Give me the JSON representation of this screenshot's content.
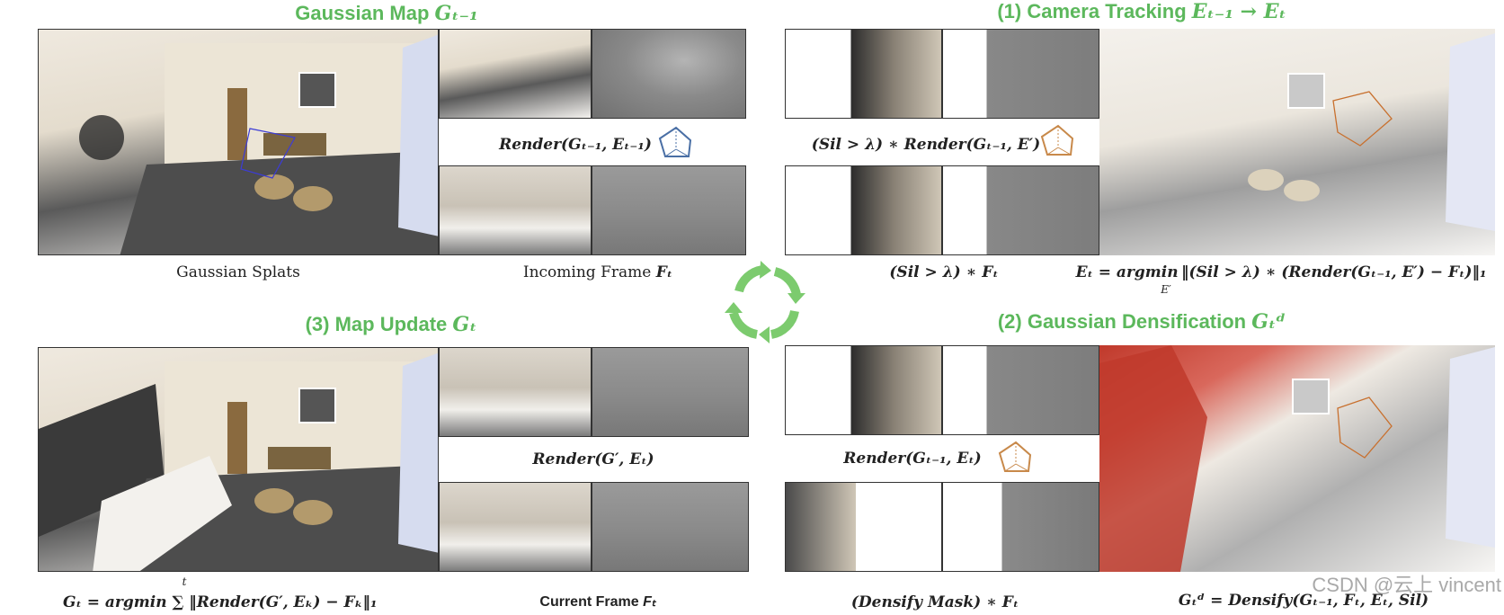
{
  "titles": {
    "gaussian_map": "Gaussian Map",
    "gaussian_map_sym": "Gₜ₋₁",
    "camera_tracking": "(1) Camera Tracking",
    "camera_tracking_sym": "Eₜ₋₁ → Eₜ",
    "map_update": "(3) Map Update",
    "map_update_sym": "Gₜ",
    "densification": "(2) Gaussian Densification",
    "densification_sym": "Gₜᵈ"
  },
  "captions": {
    "gaussian_splats": "Gaussian Splats",
    "incoming_frame": "Incoming Frame",
    "incoming_frame_sym": "Fₜ",
    "render_prev": "Render(Gₜ₋₁, Eₜ₋₁)",
    "sil_render": "(Sil > λ) ∗ Render(Gₜ₋₁, E′)",
    "sil_frame": "(Sil > λ) ∗ Fₜ",
    "tracking_eq": "Eₜ = argmin ‖(Sil > λ) ∗ (Render(Gₜ₋₁, E′) − Fₜ)‖₁",
    "tracking_eq_sub": "E′",
    "render_gprime": "Render(G′, Eₜ)",
    "current_frame": "Current Frame",
    "current_frame_sym": "Fₜ",
    "map_eq": "Gₜ = argmin ∑  ‖Render(G′, Eₖ) − Fₖ‖₁",
    "map_eq_sup": "t",
    "render_dens": "Render(Gₜ₋₁, Eₜ)",
    "densify_mask": "(Densify Mask) ∗ Fₜ",
    "densify_eq": "Gₜᵈ = Densify(Gₜ₋₁, Fₜ, Eₜ, Sil)"
  },
  "watermark": "CSDN @云上 vincent",
  "colors": {
    "title_green": "#5cb85c",
    "cycle_green": "#7ccb6e",
    "camera_blue": "#4a6fa5",
    "camera_orange": "#c8894a"
  },
  "icons": {
    "cycle": "refresh-cycle-icon",
    "camera": "camera-frustum-icon"
  }
}
